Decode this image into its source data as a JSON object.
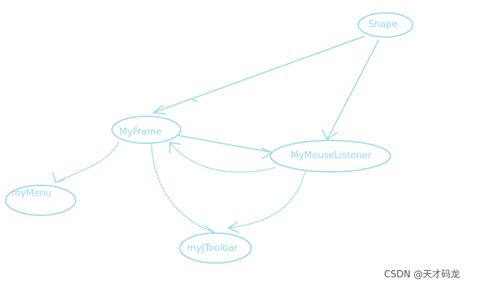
{
  "nodes": [
    {
      "id": "shape",
      "label": "Shape"
    },
    {
      "id": "myframe",
      "label": "MyFrame"
    },
    {
      "id": "mymouselistener",
      "label": "MyMouseListener"
    },
    {
      "id": "mymenu",
      "label": "myMenu"
    },
    {
      "id": "myjtoolbar",
      "label": "myJToolbar"
    }
  ],
  "edges": [
    {
      "from": "shape",
      "to": "myframe",
      "style": "solid"
    },
    {
      "from": "shape",
      "to": "mymouselistener",
      "style": "solid"
    },
    {
      "from": "myframe",
      "to": "mymouselistener",
      "style": "solid"
    },
    {
      "from": "mymouselistener",
      "to": "myframe",
      "style": "dashed"
    },
    {
      "from": "myframe",
      "to": "mymenu",
      "style": "dashed"
    },
    {
      "from": "myframe",
      "to": "myjtoolbar",
      "style": "dashed"
    },
    {
      "from": "mymouselistener",
      "to": "myjtoolbar",
      "style": "dashed"
    }
  ],
  "colors": {
    "stroke": "#a6dcea",
    "text": "#9ad8e8"
  },
  "watermark": "CSDN @天才码龙"
}
